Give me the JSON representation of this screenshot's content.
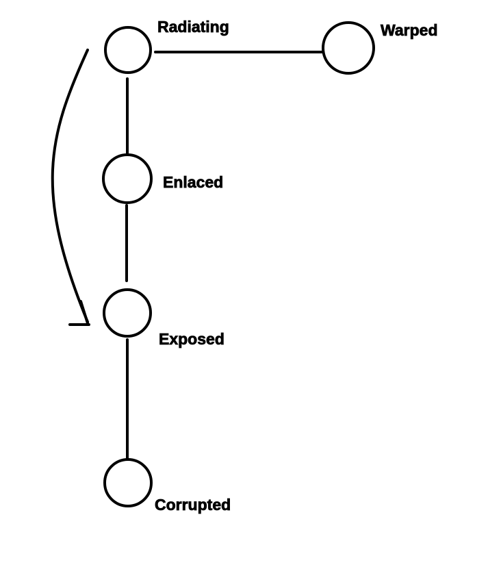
{
  "nodes": {
    "radiating": {
      "label": "Radiating"
    },
    "warped": {
      "label": "Warped"
    },
    "enlaced": {
      "label": "Enlaced"
    },
    "exposed": {
      "label": "Exposed"
    },
    "corrupted": {
      "label": "Corrupted"
    }
  },
  "edges": [
    {
      "from": "radiating",
      "to": "warped"
    },
    {
      "from": "radiating",
      "to": "enlaced"
    },
    {
      "from": "enlaced",
      "to": "exposed"
    },
    {
      "from": "exposed",
      "to": "corrupted"
    }
  ],
  "arrows": [
    {
      "from": "radiating",
      "to": "exposed"
    }
  ],
  "colors": {
    "stroke": "#000000",
    "background": "#ffffff"
  }
}
